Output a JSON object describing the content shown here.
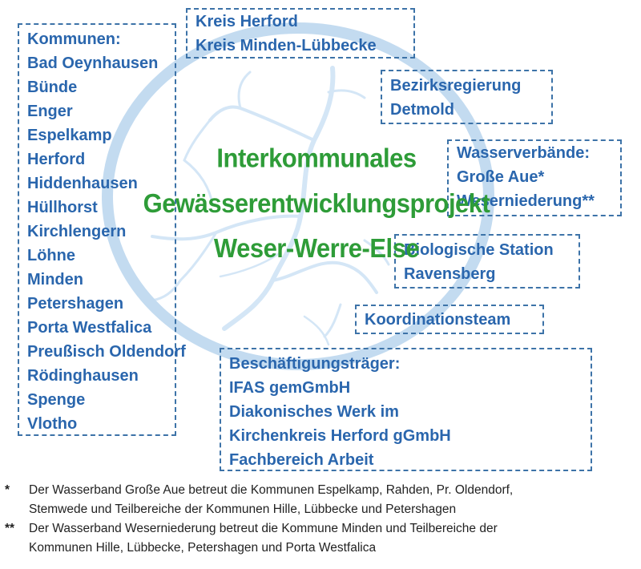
{
  "title": {
    "lines": [
      "Interkommunales",
      "Gewässerentwicklungsprojekt",
      "Weser-Werre-Else"
    ]
  },
  "kommunen": {
    "lines": [
      "Kommunen:",
      "Bad Oeynhausen",
      "Bünde",
      "Enger",
      "Espelkamp",
      "Herford",
      "Hiddenhausen",
      "Hüllhorst",
      "Kirchlengern",
      "Löhne",
      "Minden",
      "Petershagen",
      "Porta Westfalica",
      "Preußisch Oldendorf",
      "Rödinghausen",
      "Spenge",
      "Vlotho"
    ]
  },
  "kreis": {
    "lines": [
      "Kreis Herford",
      "Kreis Minden-Lübbecke"
    ]
  },
  "bezirk": {
    "lines": [
      "Bezirksregierung",
      "Detmold"
    ]
  },
  "wasser": {
    "lines": [
      "Wasserverbände:",
      "Große Aue*",
      "Weserniederung**"
    ]
  },
  "bio": {
    "lines": [
      "Biologische Station",
      "Ravensberg"
    ]
  },
  "koord": {
    "lines": [
      "Koordinationsteam"
    ]
  },
  "besch": {
    "lines": [
      "Beschäftigungsträger:",
      "IFAS gemGmbH",
      "Diakonisches Werk im",
      "Kirchenkreis Herford gGmbH",
      "Fachbereich Arbeit"
    ]
  },
  "footnotes": [
    {
      "mark": "*",
      "lines": [
        "Der Wasserband Große Aue betreut die Kommunen Espelkamp, Rahden, Pr. Oldendorf,",
        "Stemwede und Teilbereiche der Kommunen Hille, Lübbecke und Petershagen"
      ]
    },
    {
      "mark": "**",
      "lines": [
        "Der Wasserband Weserniederung betreut die Kommune Minden und Teilbereiche  der",
        "Kommunen Hille, Lübbecke, Petershagen und Porta Westfalica"
      ]
    }
  ],
  "colors": {
    "box_text": "#2a66ad",
    "box_border": "#3d73a8",
    "title_green": "#2e9c38",
    "ring": "#c3dbf0",
    "rivers": "#d4e6f6"
  },
  "icons": {
    "ring": "ring-graphic",
    "rivers": "river-network-graphic"
  }
}
